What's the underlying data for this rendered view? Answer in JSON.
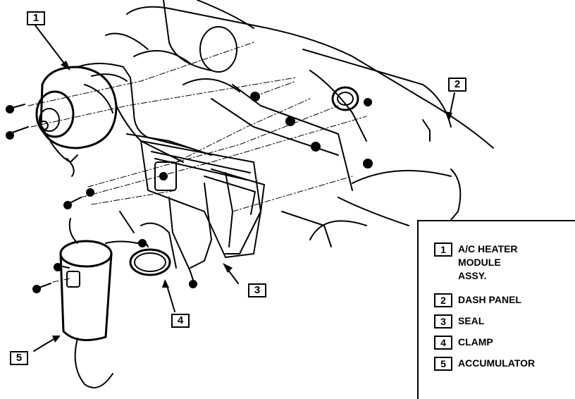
{
  "callouts": [
    {
      "num": "1"
    },
    {
      "num": "2"
    },
    {
      "num": "3"
    },
    {
      "num": "4"
    },
    {
      "num": "5"
    }
  ],
  "legend": [
    {
      "num": "1",
      "label": "A/C HEATER\nMODULE\nASSY."
    },
    {
      "num": "2",
      "label": "DASH PANEL"
    },
    {
      "num": "3",
      "label": "SEAL"
    },
    {
      "num": "4",
      "label": "CLAMP"
    },
    {
      "num": "5",
      "label": "ACCUMULATOR"
    }
  ]
}
